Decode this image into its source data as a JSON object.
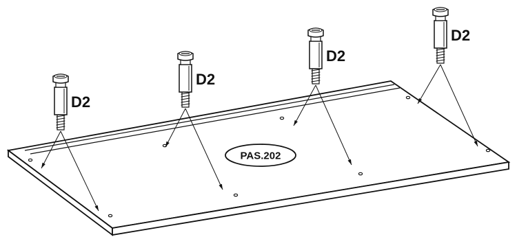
{
  "panel_label": "PAS.202",
  "fastener_label": "D2",
  "fastener_count": 4,
  "colors": {
    "line": "#111111",
    "background": "#ffffff"
  }
}
